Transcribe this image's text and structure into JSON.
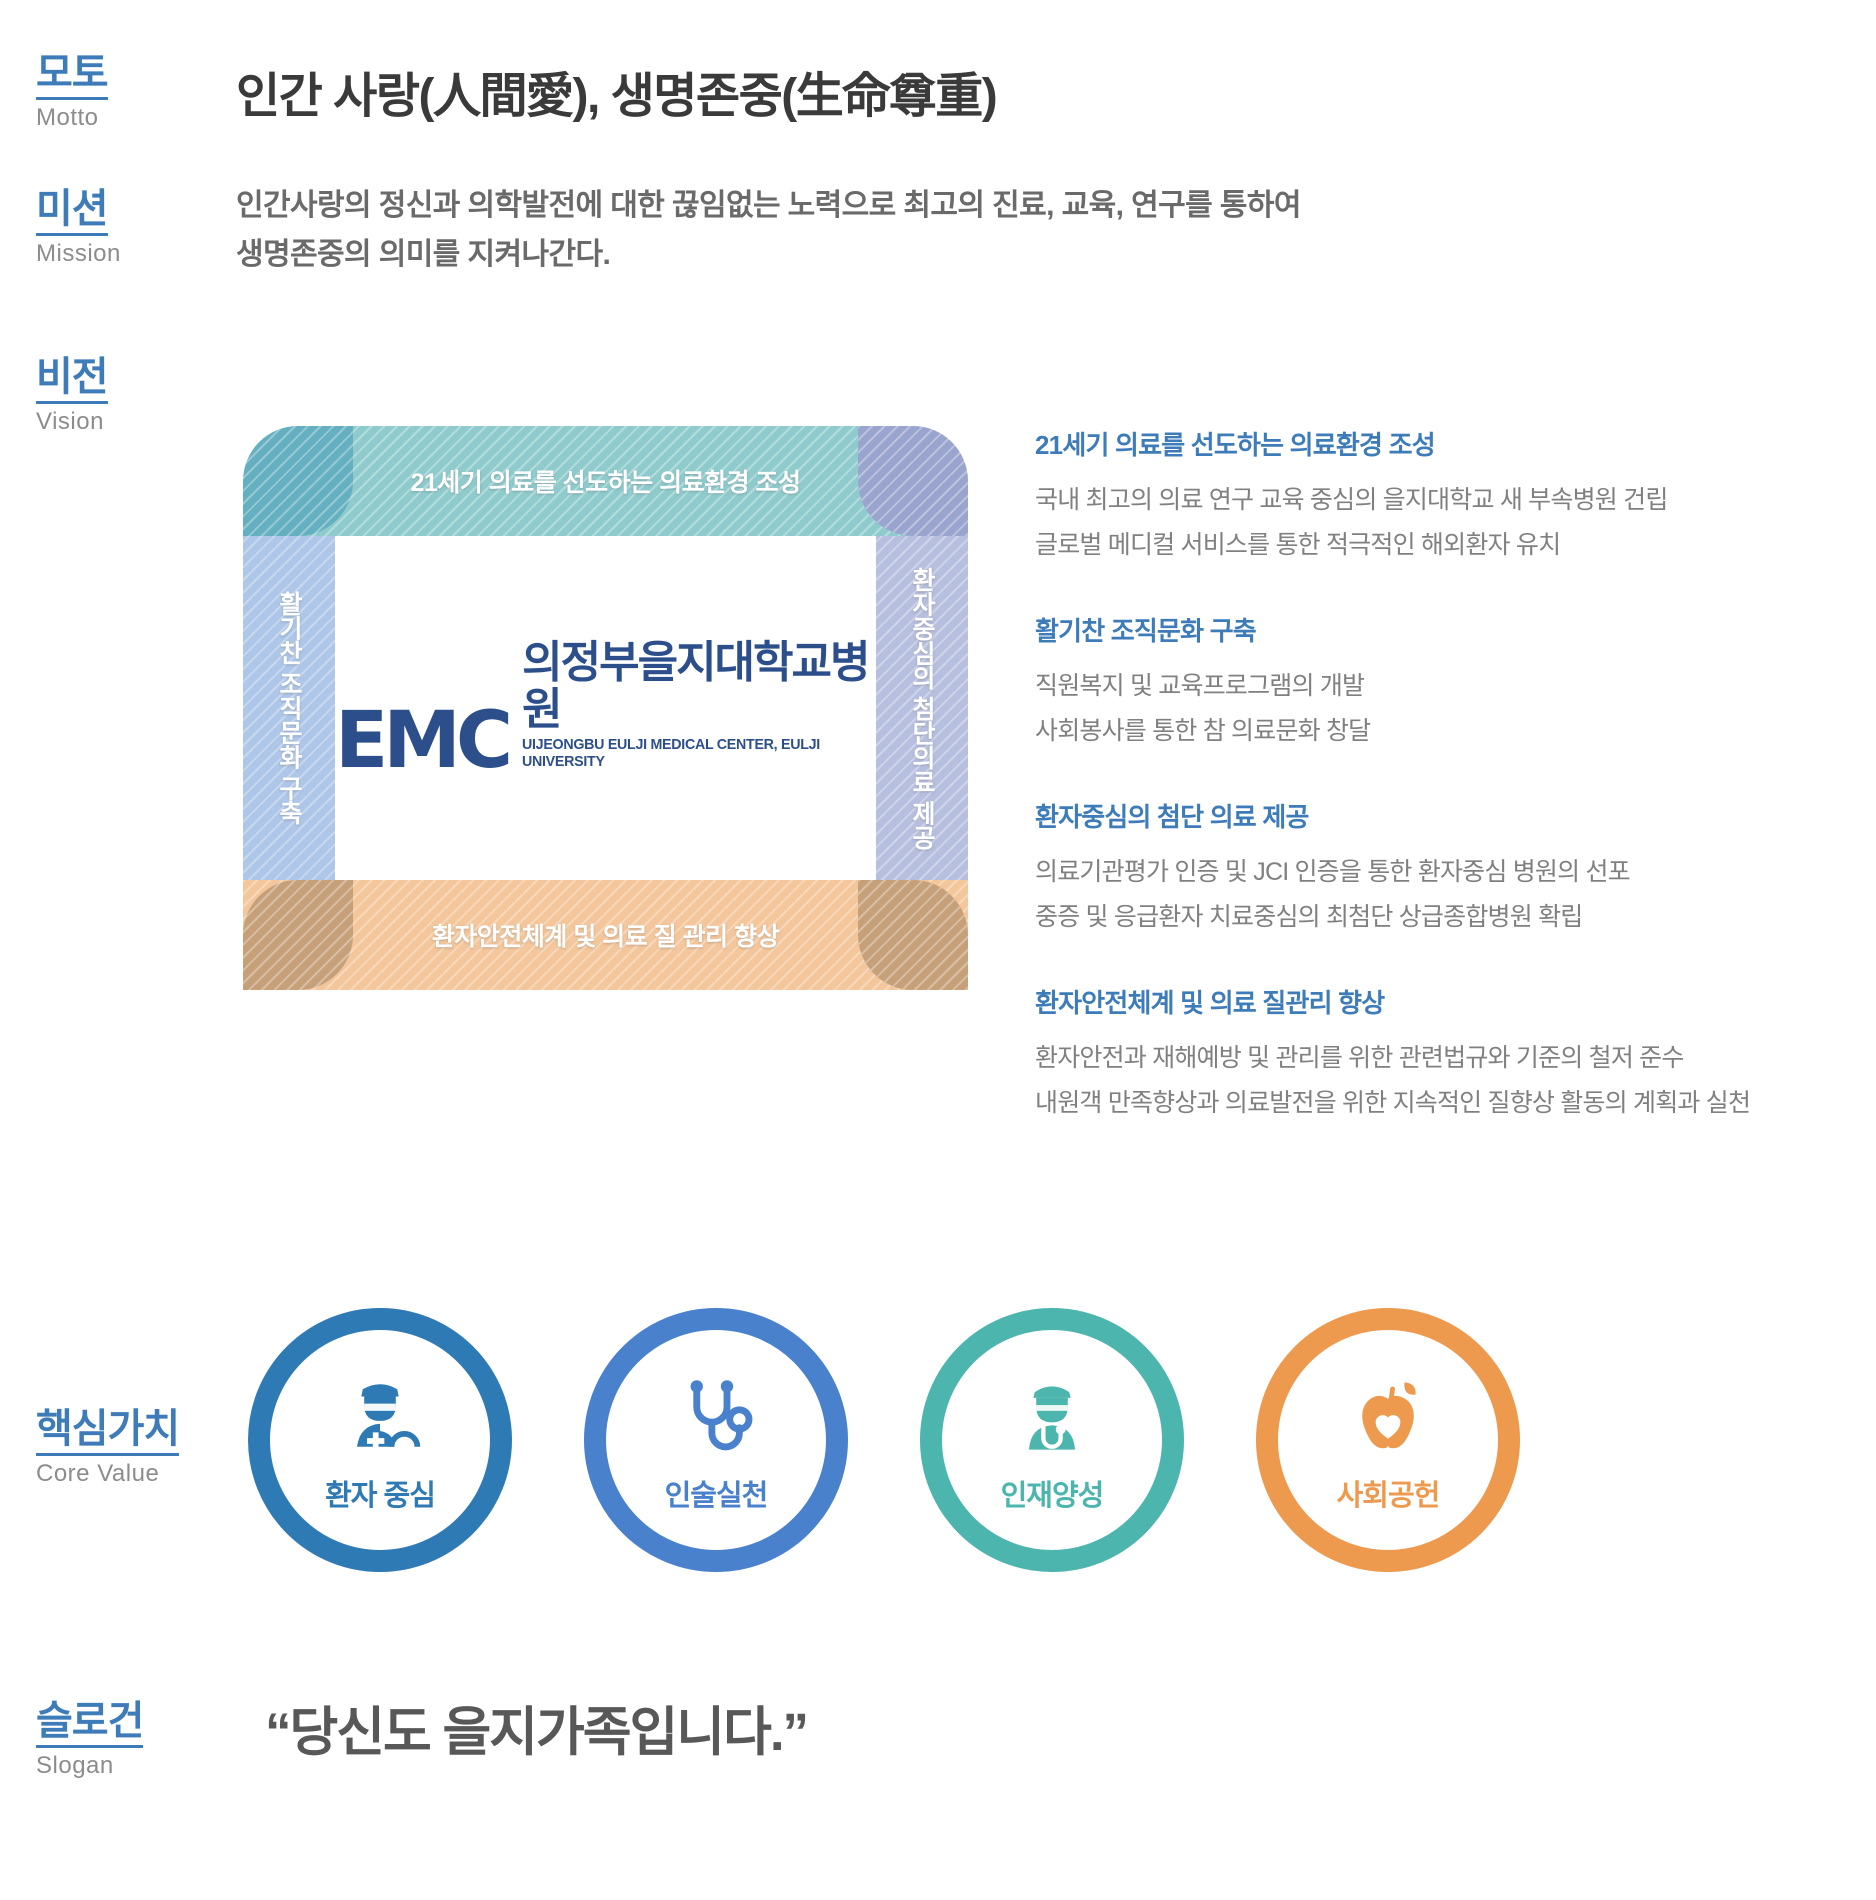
{
  "rows": {
    "motto": {
      "ko": "모토",
      "en": "Motto"
    },
    "mission": {
      "ko": "미션",
      "en": "Mission"
    },
    "vision": {
      "ko": "비전",
      "en": "Vision"
    },
    "core": {
      "ko": "핵심가치",
      "en": "Core Value"
    },
    "slogan": {
      "ko": "슬로건",
      "en": "Slogan"
    }
  },
  "motto": {
    "text": "인간 사랑(人間愛), 생명존중(生命尊重)"
  },
  "mission": {
    "line1": "인간사랑의 정신과 의학발전에 대한 끊임없는 노력으로 최고의 진료, 교육, 연구를 통하여",
    "line2": "생명존중의 의미를 지켜나간다."
  },
  "diagram": {
    "top_band": "21세기 의료를 선도하는 의료환경 조성",
    "bottom_band": "환자안전체계 및 의료 질 관리 향상",
    "left_band": "활기찬 조직문화 구축",
    "right_band": "환자중심의 첨단의료 제공",
    "logo": {
      "mark": "EMC",
      "korean": "의정부을지대학교병원",
      "english": "UIJEONGBU EULJI MEDICAL CENTER, EULJI UNIVERSITY"
    },
    "colors": {
      "top": "#8fcbcd",
      "bottom": "#f3c69b",
      "left": "#aec6e8",
      "right": "#b7bfdf",
      "corner_top_left": "#64b0c0",
      "corner_top_right": "#9aa5cf",
      "corner_bottom": "#c6a079"
    }
  },
  "vision_groups": [
    {
      "title": "21세기 의료를 선도하는 의료환경 조성",
      "items": [
        "국내 최고의 의료 연구 교육 중심의 을지대학교 새 부속병원 건립",
        "글로벌 메디컬 서비스를 통한 적극적인 해외환자 유치"
      ]
    },
    {
      "title": "활기찬 조직문화 구축",
      "items": [
        "직원복지 및 교육프로그램의 개발",
        "사회봉사를 통한 참 의료문화 창달"
      ]
    },
    {
      "title": "환자중심의 첨단 의료 제공",
      "items": [
        "의료기관평가 인증 및 JCI 인증을 통한 환자중심 병원의 선포",
        "중증 및 응급환자 치료중심의 최첨단 상급종합병원 확립"
      ]
    },
    {
      "title": "환자안전체계 및 의료 질관리 향상",
      "items": [
        "환자안전과 재해예방 및 관리를 위한 관련법규와 기준의 철저 준수",
        "내원객 만족향상과 의료발전을 위한 지속적인 질향상 활동의 계획과 실천"
      ]
    }
  ],
  "core_values": [
    {
      "label": "환자 중심",
      "icon": "doctor-nurse-icon",
      "color": "#2e7ab4"
    },
    {
      "label": "인술실천",
      "icon": "stethoscope-icon",
      "color": "#4a81cd"
    },
    {
      "label": "인재양성",
      "icon": "doctor-icon",
      "color": "#4cb5ad"
    },
    {
      "label": "사회공헌",
      "icon": "apple-heart-icon",
      "color": "#ed9a4e"
    }
  ],
  "slogan": {
    "text": "“당신도 을지가족입니다.”"
  },
  "theme": {
    "label_blue": "#3d7cb8",
    "label_gray": "#8c8c8c",
    "body_gray": "#808080",
    "heading_dark": "#3a3a3a"
  }
}
